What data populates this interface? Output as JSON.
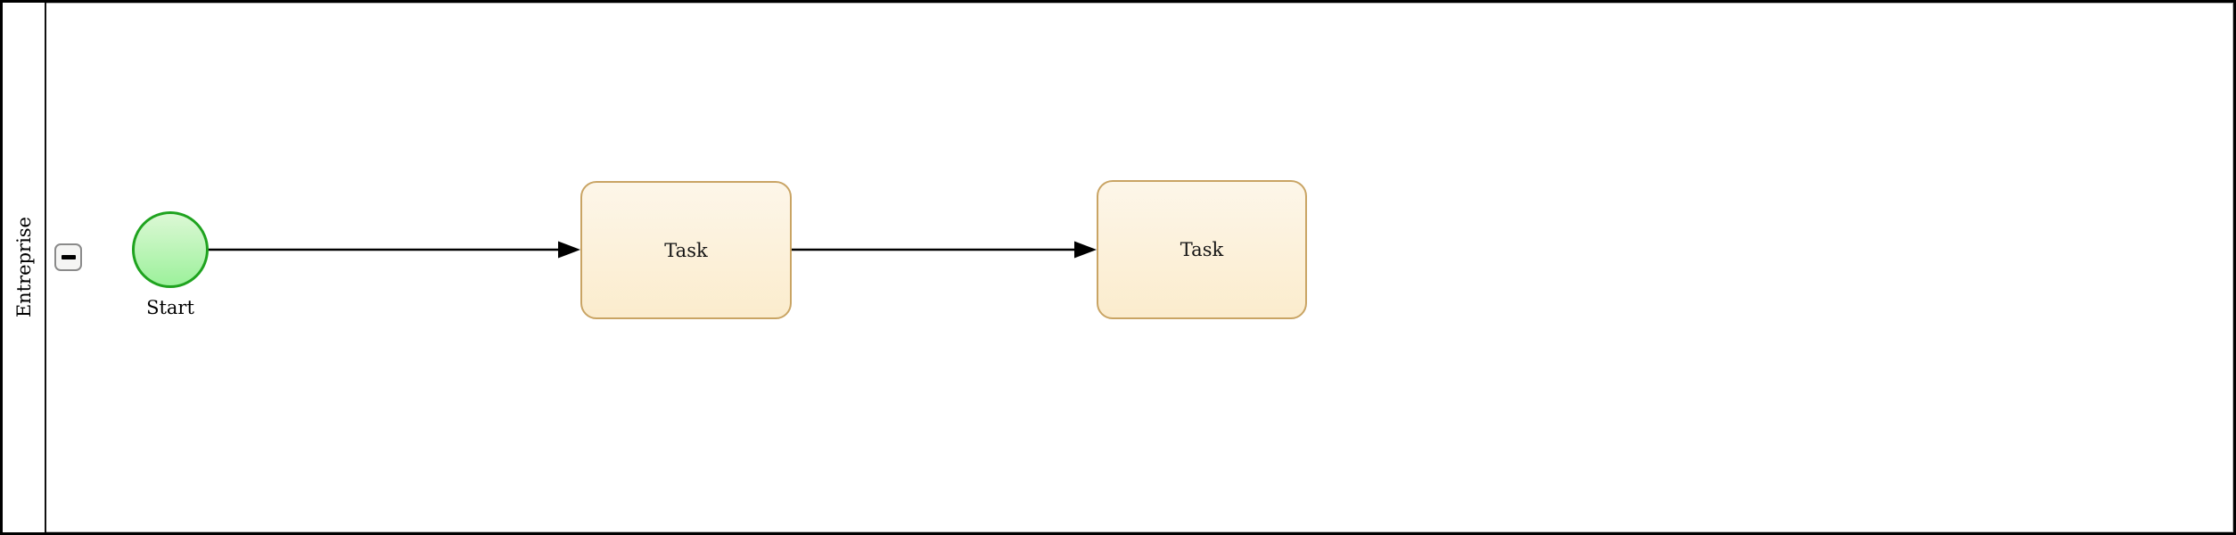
{
  "pool": {
    "label": "Entreprise"
  },
  "collapse_button": {
    "icon": "minus-icon",
    "state": "expanded"
  },
  "nodes": {
    "start": {
      "type": "start-event",
      "label": "Start"
    },
    "task1": {
      "type": "task",
      "label": "Task"
    },
    "task2": {
      "type": "task",
      "label": "Task"
    }
  },
  "flows": [
    {
      "from": "start",
      "to": "task1",
      "style": "solid-arrow"
    },
    {
      "from": "task1",
      "to": "task2",
      "style": "solid-arrow"
    }
  ],
  "colors": {
    "pool-border": "#000000",
    "lane-inner-border": "#b8b8b8",
    "start-stroke": "#1fa31f",
    "start-fill-top": "#dcf8d5",
    "start-fill-bottom": "#9cf19b",
    "task-stroke": "#c9a464",
    "task-fill-top": "#fdf6e9",
    "task-fill-bottom": "#fbeccd",
    "flow-stroke": "#000000",
    "button-fill": "#f5f5f4",
    "button-border": "#8a8a8a"
  }
}
